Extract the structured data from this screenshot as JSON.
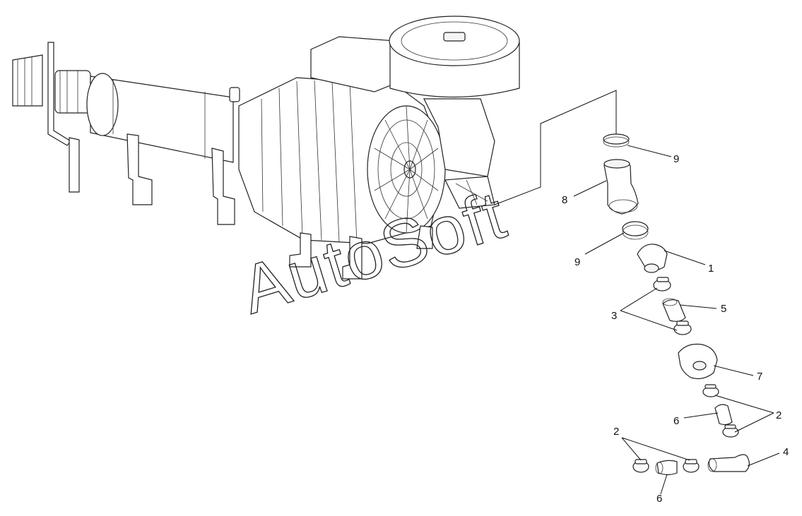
{
  "watermark": {
    "text": "AutoSoft"
  },
  "callouts": [
    {
      "id": "c9a",
      "label": "9"
    },
    {
      "id": "c8",
      "label": "8"
    },
    {
      "id": "c9b",
      "label": "9"
    },
    {
      "id": "c1",
      "label": "1"
    },
    {
      "id": "c3",
      "label": "3"
    },
    {
      "id": "c5",
      "label": "5"
    },
    {
      "id": "c7",
      "label": "7"
    },
    {
      "id": "c2a",
      "label": "2"
    },
    {
      "id": "c6a",
      "label": "6"
    },
    {
      "id": "c2b",
      "label": "2"
    },
    {
      "id": "c4",
      "label": "4"
    },
    {
      "id": "c6b",
      "label": "6"
    }
  ]
}
